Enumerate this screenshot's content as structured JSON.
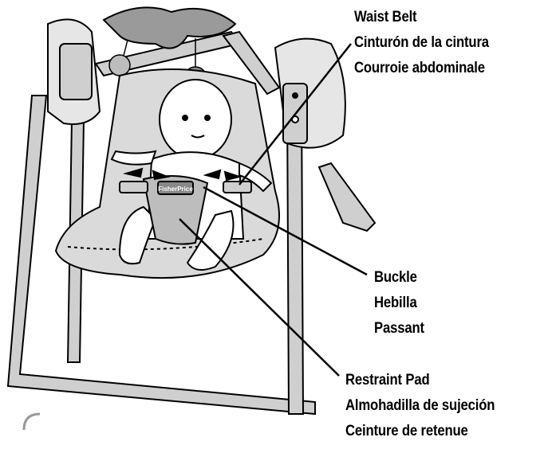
{
  "labels": {
    "waist_belt": {
      "en": "Waist Belt",
      "es": "Cinturón de la cintura",
      "fr": "Courroie abdominale"
    },
    "buckle": {
      "en": "Buckle",
      "es": "Hebilla",
      "fr": "Passant"
    },
    "restraint_pad": {
      "en": "Restraint Pad",
      "es": "Almohadilla de sujeción",
      "fr": "Ceinture de retenue"
    }
  },
  "brand_logo_text": "FisherPrice",
  "colors": {
    "frame_fill": "#cfcfcf",
    "seat_fill": "#dadada",
    "line": "#000000",
    "background": "#ffffff"
  }
}
